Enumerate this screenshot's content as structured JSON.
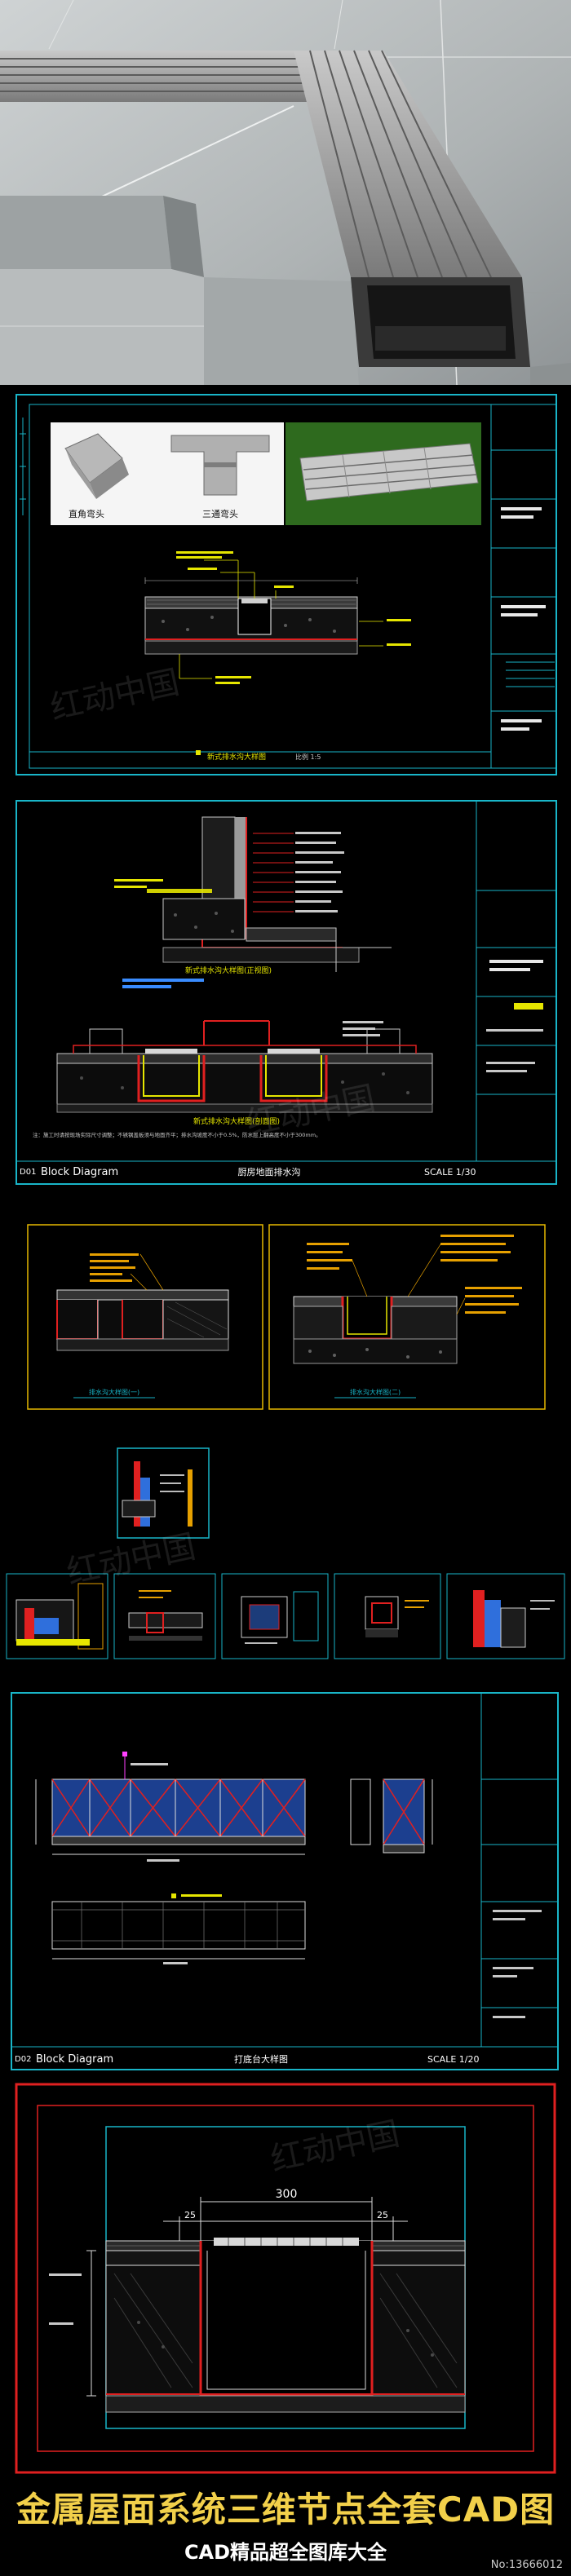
{
  "photo_sheet": {
    "corner_label": "直角弯头",
    "tee_label": "三通弯头",
    "drawing_title": "新式排水沟大样图",
    "scale": "比例 1:5"
  },
  "sheet2": {
    "top_caption": "新式排水沟大样图(正视图)",
    "bottom_caption": "新式排水沟大样图(剖面图)",
    "number": "D01",
    "block_label": "Block Diagram",
    "title": "厨房地面排水沟",
    "scale": "SCALE 1/30",
    "note": "注：施工时请按现场实际尺寸调整；不锈钢盖板须与地面齐平；排水沟坡度不小于0.5%，防水层上翻高度不小于300mm。"
  },
  "sheet3": {
    "left_caption": "排水沟大样图(一)",
    "right_caption": "排水沟大样图(二)"
  },
  "sheet6": {
    "number": "D02",
    "block_label": "Block Diagram",
    "title": "打底台大样图",
    "scale": "SCALE 1/20"
  },
  "sheet7": {
    "dim_top": "300",
    "dim_left": "25",
    "dim_right": "25"
  },
  "banner": {
    "title": "金属屋面系统三维节点全套CAD图",
    "subtitle": "CAD精品超全图库大全",
    "number": "No:13666012"
  },
  "watermark": "红动中国"
}
